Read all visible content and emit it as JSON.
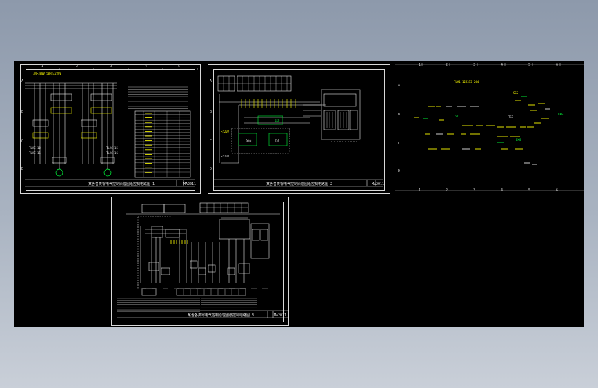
{
  "colors": {
    "background": "#000000",
    "frame": "#d8d8d8",
    "wire": "#e6e6e6",
    "label_yellow": "#ffff00",
    "label_green": "#00ff3c",
    "label_cyan": "#00e5ff",
    "label_magenta": "#ff3cff"
  },
  "sheets": {
    "s1": {
      "title": "某含各类零电气控制原理图纸控制电路图 1",
      "code": "MA2011"
    },
    "s2": {
      "title": "某含各类零电气控制原理图纸控制电路图 2",
      "code": "MA2011"
    },
    "s3": {
      "title": "某含各类零电气控制原理图纸控制电路图 3",
      "code": "MA2011"
    }
  },
  "zones": {
    "cols": [
      "1",
      "2",
      "3",
      "4",
      "5",
      "6"
    ],
    "rows": [
      "A",
      "B",
      "C",
      "D"
    ]
  },
  "labels": {
    "s1": {
      "supply": "3N~380V 50Hz/220V",
      "r1": "TLAC-10",
      "r2": "TLAC-11",
      "r3": "TLAC-15",
      "r4": "TLAC-16",
      "m1": "M",
      "m2": "M"
    },
    "s2": {
      "a": "~220V",
      "b": "~220V",
      "c": "SSG",
      "d": "TSC",
      "e": "DXG"
    },
    "s4": {
      "a": "TLA1 125335 244",
      "b": "SGS",
      "c": "TSC",
      "d": "DXG",
      "e": "TSC",
      "f": "DXG"
    }
  }
}
